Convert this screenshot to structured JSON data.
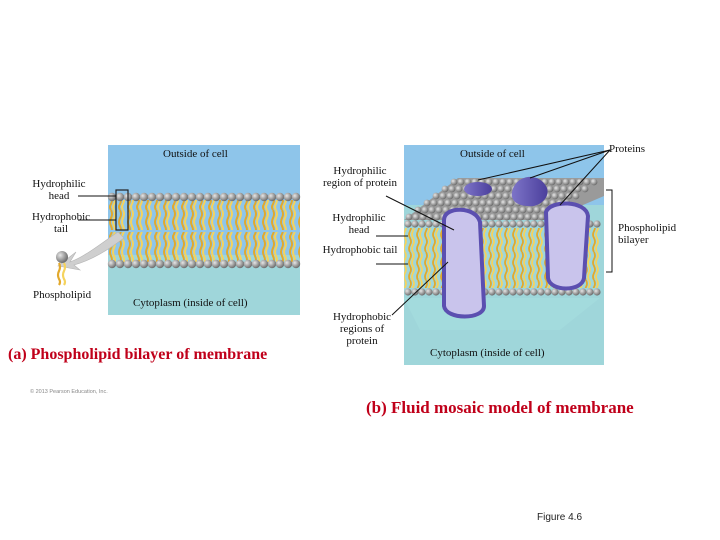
{
  "panel_a": {
    "outside_label": "Outside of cell",
    "cytoplasm_label": "Cytoplasm (inside of cell)",
    "hydrophilic_head_label": "Hydrophilic head",
    "hydrophobic_tail_label": "Hydrophobic tail",
    "phospholipid_label": "Phospholipid",
    "caption": "(a) Phospholipid bilayer of membrane"
  },
  "panel_b": {
    "outside_label": "Outside of cell",
    "cytoplasm_label": "Cytoplasm (inside of cell)",
    "proteins_label": "Proteins",
    "hydrophilic_region_label": "Hydrophilic region of protein",
    "hydrophilic_head_label": "Hydrophilic head",
    "hydrophobic_tail_label": "Hydrophobic tail",
    "hydrophobic_regions_label": "Hydrophobic regions of protein",
    "phospholipid_bilayer_label": "Phospholipid bilayer",
    "caption": "(b) Fluid mosaic model of membrane"
  },
  "copyright": "© 2013 Pearson Education, Inc.",
  "figure_label": "Figure 4.6",
  "colors": {
    "outside": "#8ec5ea",
    "cytoplasm": "#9fd6da",
    "head": "#9a9a9a",
    "tail": "#f2c94c",
    "protein": "#5b4fb0",
    "protein_light": "#c9c4ec",
    "caption": "#c0001a"
  }
}
